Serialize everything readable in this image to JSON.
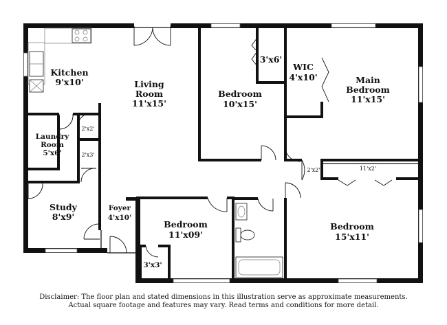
{
  "rooms": {
    "kitchen": {
      "name": "Kitchen",
      "dim": "9'x10'"
    },
    "living": {
      "name_line1": "Living",
      "name_line2": "Room",
      "dim": "11'x15'"
    },
    "bedroom_top": {
      "name": "Bedroom",
      "dim": "10'x15'"
    },
    "closet_top": {
      "dim": "3'x6'"
    },
    "wic": {
      "name": "WIC",
      "dim": "4'x10'"
    },
    "main_bedroom": {
      "name_line1": "Main",
      "name_line2": "Bedroom",
      "dim": "11'x15'"
    },
    "laundry": {
      "name_line1": "Laundry",
      "name_line2": "Room",
      "dim": "5'x6'"
    },
    "closet_2x2": {
      "dim": "2'x2'"
    },
    "closet_2x3": {
      "dim": "2'x3'"
    },
    "closet_hall": {
      "dim": "2'x2'"
    },
    "closet_main_11x2": {
      "dim": "11'x2'"
    },
    "study": {
      "name": "Study",
      "dim": "8'x9'"
    },
    "foyer": {
      "name": "Foyer",
      "dim": "4'x10'"
    },
    "bedroom_center": {
      "name": "Bedroom",
      "dim": "11'x09'"
    },
    "closet_3x3": {
      "dim": "3'x3'"
    },
    "bedroom_right": {
      "name": "Bedroom",
      "dim": "15'x11'"
    }
  },
  "disclaimer": {
    "line1": "Disclaimer: The floor plan and stated dimensions in this illustration serve as approximate measurements.",
    "line2": "Actual square footage and features may vary. Read terms and conditions for more detail."
  }
}
